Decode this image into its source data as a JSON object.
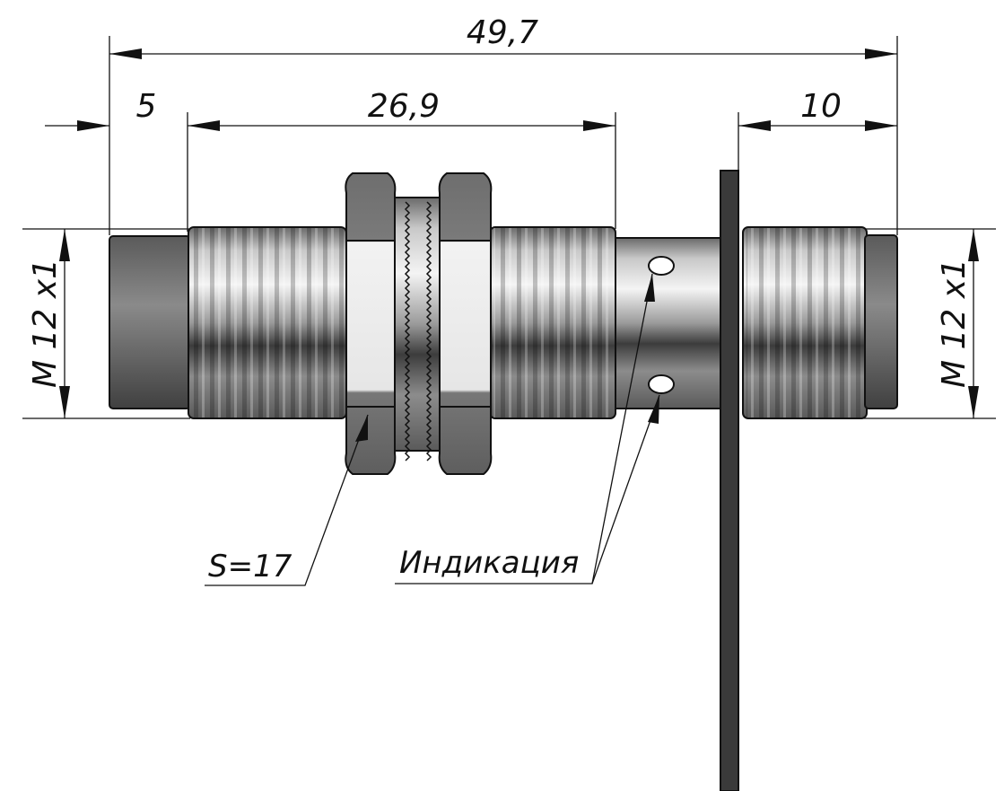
{
  "dimensions": {
    "overall_length": "49,7",
    "front_cap": "5",
    "thread_length": "26,9",
    "rear_thread": "10",
    "thread_left": "M 12 x1",
    "thread_right": "M 12 x1"
  },
  "callouts": {
    "nut_size": "S=17",
    "indication": "Индикация"
  },
  "colors": {
    "line": "#111111",
    "metal_light": "#f2f2f2",
    "metal_dark": "#4a4a4a",
    "panel": "#3a3a3a"
  }
}
